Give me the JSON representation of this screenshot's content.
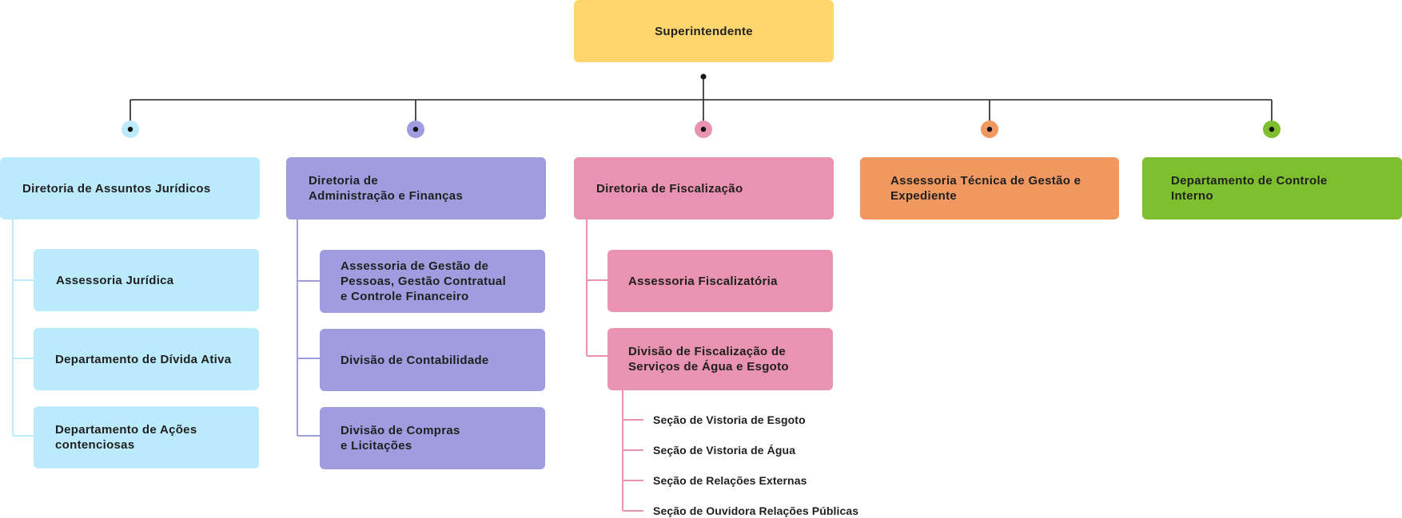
{
  "colors": {
    "yellow": "#ffd66d",
    "blue": "#bbeafc",
    "purple": "#9f9ddf",
    "pink": "#e992b1",
    "orange": "#f0985f",
    "green": "#7ebf2f",
    "line_dark": "#222222"
  },
  "root": {
    "label": "Superintendente"
  },
  "departments": [
    {
      "label": "Diretoria de Assuntos Jurídicos",
      "color": "blue",
      "children": [
        "Assessoria Jurídica",
        "Departamento de Dívida Ativa",
        "Departamento de Ações\ncontenciosas"
      ]
    },
    {
      "label": "Diretoria de\nAdministração e Finanças",
      "color": "purple",
      "children": [
        "Assessoria de Gestão de\nPessoas, Gestão Contratual\ne Controle Financeiro",
        "Divisão de Contabilidade",
        "Divisão de Compras\ne Licitações"
      ]
    },
    {
      "label": "Diretoria de Fiscalização",
      "color": "pink",
      "children": [
        "Assessoria Fiscalizatória",
        "Divisão de Fiscalização de\nServiços de Água e Esgoto"
      ],
      "sections": [
        "Seção de Vistoria de Esgoto",
        "Seção de Vistoria de Água",
        "Seção de Relações Externas",
        "Seção de Ouvidora Relações Públicas"
      ]
    },
    {
      "label": "Assessoria Técnica de Gestão e\nExpediente",
      "color": "orange",
      "children": []
    },
    {
      "label": "Departamento de Controle\nInterno",
      "color": "green",
      "children": []
    }
  ]
}
